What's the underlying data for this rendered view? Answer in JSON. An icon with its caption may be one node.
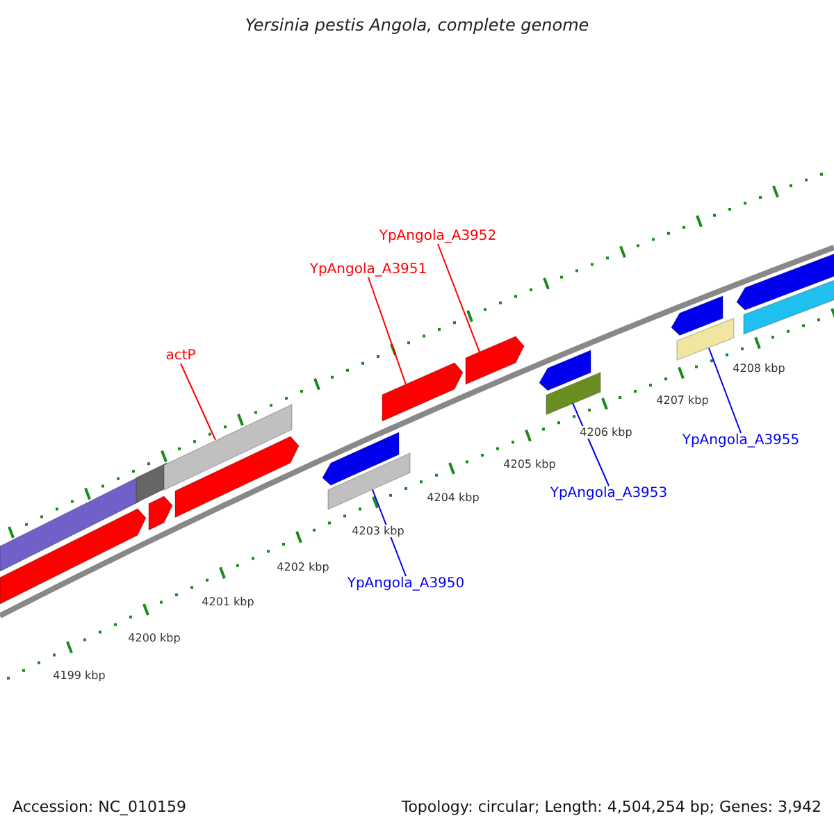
{
  "diagram": {
    "title": "Yersinia pestis Angola, complete genome",
    "nodes": [
      {
        "text": [
          "YpAngola_A3952"
        ]
      },
      {
        "text": [
          "YpAngola_A3951"
        ]
      },
      {
        "text": [
          "actP"
        ]
      },
      {
        "text": [],
        "shape": "bar"
      },
      {
        "text": [],
        "shape": "pentagon"
      },
      {
        "text": [],
        "shape": "bar"
      },
      {
        "text": [],
        "shape": "pentagon"
      },
      {
        "text": [],
        "shape": "bar"
      },
      {
        "text": [],
        "shape": "pentagon"
      },
      {
        "text": [],
        "shape": "pentagon"
      },
      {
        "text": [],
        "shape": "bar"
      },
      {
        "text": [],
        "shape": "pentagon"
      },
      {
        "text": [],
        "shape": "pentagon"
      },
      {
        "text": [],
        "shape": "pentagon"
      },
      {
        "text": [],
        "shape": "bar"
      },
      {
        "text": [],
        "shape": "pentagon"
      },
      {
        "text": [],
        "shape": "bar"
      },
      {
        "text": [],
        "shape": "pentagon"
      },
      {
        "text": [],
        "shape": "bar"
      },
      {
        "text": [
          "YpAngola_A3955"
        ]
      },
      {
        "text": [
          "YpAngola_A3953"
        ]
      },
      {
        "text": [
          "YpAngola_A3950"
        ]
      }
    ],
    "edges": [
      {
        "from": 0,
        "to": 12,
        "arrow": "none"
      },
      {
        "from": 1,
        "to": 11,
        "arrow": "none"
      },
      {
        "from": 2,
        "to": 7,
        "arrow": "none"
      },
      {
        "from": 19,
        "to": 16,
        "arrow": "none",
        "color": "#0000ee"
      },
      {
        "from": 20,
        "to": 14,
        "arrow": "none",
        "color": "#0000ee"
      },
      {
        "from": 21,
        "to": 10,
        "arrow": "none",
        "color": "#0000ee"
      }
    ],
    "labels": [
      "4199 kbp",
      "4200 kbp",
      "4201 kbp",
      "4202 kbp",
      "4203 kbp",
      "4204 kbp",
      "4205 kbp",
      "4206 kbp",
      "4207 kbp",
      "4208 kbp",
      "Accession: NC_010159",
      "Topology: circular; Length: 4,504,254 bp; Genes: 3,942"
    ]
  }
}
